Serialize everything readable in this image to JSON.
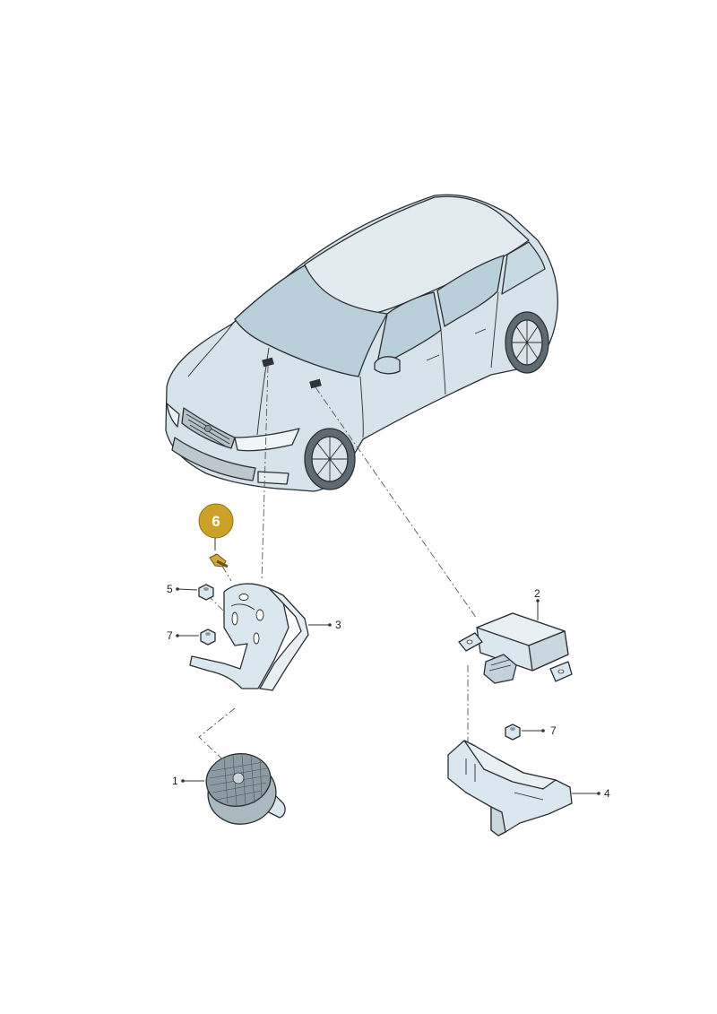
{
  "callouts": {
    "c1": "1",
    "c2": "2",
    "c3": "3",
    "c4": "4",
    "c5": "5",
    "c6": "6",
    "c7a": "7",
    "c7b": "7"
  },
  "colors": {
    "body_fill": "#d6e3ea",
    "glass_fill": "#b9cfda",
    "part_fill": "#dbe7ee",
    "highlight_badge": "#c9a227",
    "bolt_color": "#d2a640"
  },
  "icons": {
    "vehicle": "hatchback-car-illustration",
    "badge": "highlight-badge"
  }
}
